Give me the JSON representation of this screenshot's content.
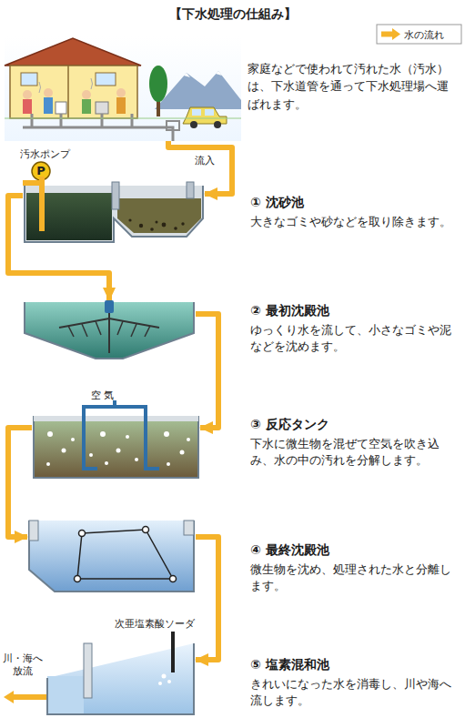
{
  "diagram": {
    "title": "【下水処理の仕組み】",
    "nodes": [
      {
        "text": [
          "家庭などで使われて汚れた水（汚水）は、下水道管を通って下水処理場へ運ばれます。"
        ]
      },
      {
        "text": [
          "① 沈砂池",
          "大きなゴミや砂などを取り除きます。"
        ]
      },
      {
        "text": [
          "② 最初沈殿池",
          "ゆっくり水を流して、小さなゴミや泥などを沈めます。"
        ]
      },
      {
        "text": [
          "③ 反応タンク",
          "下水に微生物を混ぜて空気を吹き込み、水の中の汚れを分解します。"
        ]
      },
      {
        "text": [
          "④ 最終沈殿池",
          "微生物を沈め、処理された水と分離します。"
        ]
      },
      {
        "text": [
          "⑤ 塩素混和池",
          "きれいになった水を消毒し、川や海へ流します。"
        ]
      }
    ],
    "edges": [
      {
        "from": 0,
        "to": 1,
        "arrow": "to"
      },
      {
        "from": 1,
        "to": 2,
        "arrow": "to"
      },
      {
        "from": 2,
        "to": 3,
        "arrow": "to"
      },
      {
        "from": 3,
        "to": 4,
        "arrow": "to"
      },
      {
        "from": 4,
        "to": 5,
        "arrow": "to"
      }
    ],
    "labels": [
      "汚水ポンプ",
      "P",
      "流入",
      "空 気",
      "次亜塩素酸ソーダ",
      "川・海へ 放流"
    ],
    "legend": [
      {
        "text": "水の流れ"
      }
    ]
  }
}
